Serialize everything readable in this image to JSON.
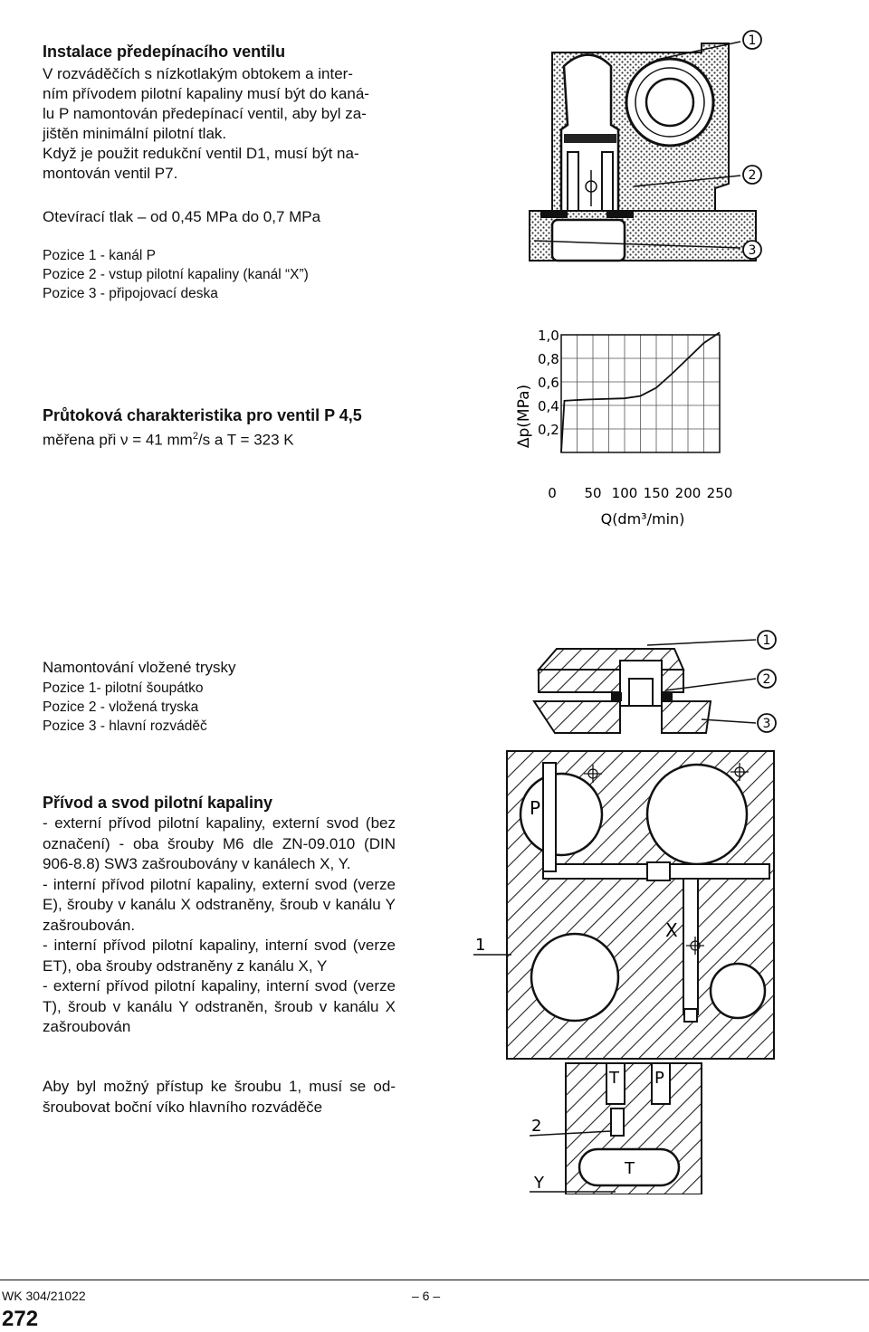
{
  "section1": {
    "title": "Instalace předepínacího ventilu",
    "lines": [
      "V rozváděčích s nízkotlakým obtokem a inter-",
      "ním přívodem pilotní kapaliny musí být do kaná-",
      "lu P namontován předepínací ventil, aby byl za-",
      "jištěn minimální pilotní tlak.",
      "Když je použit redukční ventil D1, musí být na-",
      "montován ventil P7."
    ],
    "opening_pressure": "Otevírací tlak – od 0,45 MPa do 0,7 MPa",
    "positions": [
      "Pozice 1 - kanál P",
      "Pozice 2 - vstup pilotní kapaliny (kanál “X”)",
      "Pozice 3 - připojovací deska"
    ],
    "callouts": [
      "1",
      "2",
      "3"
    ]
  },
  "chart_section": {
    "title": "Průtoková charakteristika pro ventil P 4,5",
    "subtitle_pre": "měřena při ν = 41 mm",
    "subtitle_sup": "2",
    "subtitle_post": "/s a T = 323 K"
  },
  "chart_data": {
    "type": "line",
    "ylabel": "Δp(MPa)",
    "xlabel": "Q(dm³/min)",
    "y_ticks": [
      "1,0",
      "0,8",
      "0,6",
      "0,4",
      "0,2"
    ],
    "x_ticks": [
      "0",
      "50",
      "100",
      "150",
      "200",
      "250"
    ],
    "xlim": [
      0,
      250
    ],
    "ylim": [
      0,
      1.0
    ],
    "series": [
      {
        "x": [
          0,
          5,
          40,
          100,
          125,
          150,
          175,
          200,
          225,
          250
        ],
        "y": [
          0,
          0.44,
          0.45,
          0.46,
          0.48,
          0.55,
          0.67,
          0.8,
          0.93,
          1.05
        ]
      }
    ]
  },
  "section2": {
    "title": "Namontování vložené trysky",
    "positions": [
      "Pozice 1- pilotní šoupátko",
      "Pozice 2 - vložená tryska",
      "Pozice 3 - hlavní rozváděč"
    ],
    "callouts": [
      "1",
      "2",
      "3"
    ]
  },
  "section3": {
    "title": "Přívod a svod pilotní kapaliny",
    "items": [
      "- externí přívod pilotní kapaliny, externí svod (bez označení) - oba šrouby M6 dle ZN-09.010 (DIN 906-8.8) SW3 zašroubovány v kanálech X, Y.",
      "- interní přívod pilotní kapaliny, externí svod (verze E), šrouby v kanálu X odstraněny, šroub v kanálu Y zašroubován.",
      "- interní přívod pilotní kapaliny, interní svod (verze ET), oba šrouby odstraněny z kanálu X, Y",
      "- externí přívod pilotní kapaliny, interní svod (verze T), šroub v kanálu Y odstraněn, šroub v kanálu X zašroubován"
    ],
    "note": "Aby byl možný přístup ke šroubu 1, musí se od­šroubovat boční víko hlavního rozváděče",
    "drawing_labels": {
      "p1": "P",
      "x": "X",
      "one": "1",
      "t": "T",
      "p2": "P",
      "two": "2",
      "y": "Y",
      "t2": "T"
    }
  },
  "footer": {
    "doc_code": "WK 304/21022",
    "page_mark": "– 6 –",
    "page_number": "272"
  }
}
